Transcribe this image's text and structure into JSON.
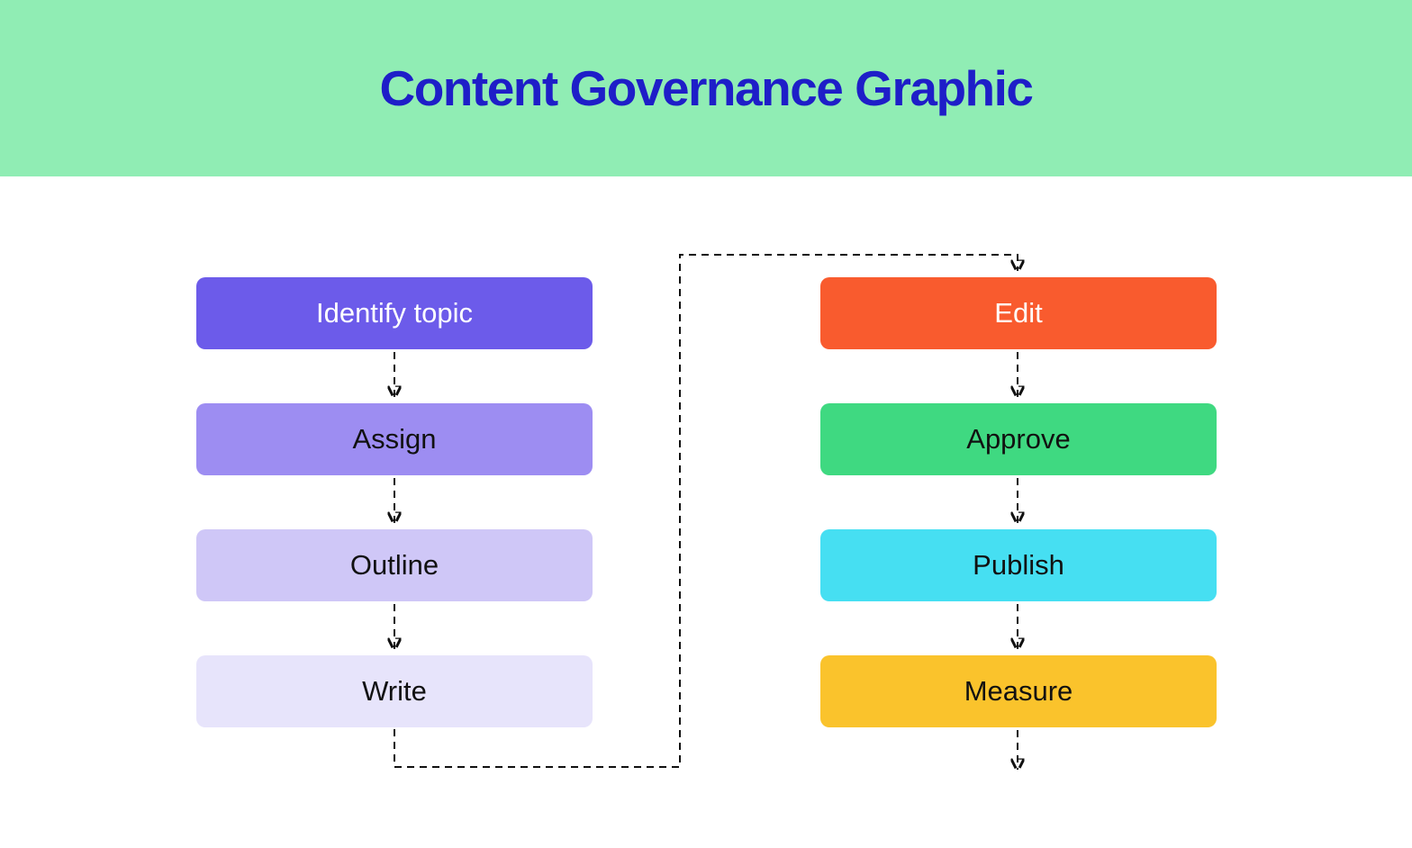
{
  "header": {
    "title": "Content Governance Graphic",
    "background_color": "#90EDB4",
    "title_color": "#1E1EC8"
  },
  "diagram": {
    "left_steps": [
      {
        "label": "Identify topic",
        "bg": "#6C5BEA",
        "text_color": "#FFFFFF"
      },
      {
        "label": "Assign",
        "bg": "#9D8DF2",
        "text_color": "#111111"
      },
      {
        "label": "Outline",
        "bg": "#CFC7F7",
        "text_color": "#111111"
      },
      {
        "label": "Write",
        "bg": "#E7E4FB",
        "text_color": "#111111"
      }
    ],
    "right_steps": [
      {
        "label": "Edit",
        "bg": "#F95B2E",
        "text_color": "#FFFFFF"
      },
      {
        "label": "Approve",
        "bg": "#3FD981",
        "text_color": "#111111"
      },
      {
        "label": "Publish",
        "bg": "#46DFF2",
        "text_color": "#111111"
      },
      {
        "label": "Measure",
        "bg": "#FAC32C",
        "text_color": "#111111"
      }
    ],
    "flow_order": [
      "Identify topic",
      "Assign",
      "Outline",
      "Write",
      "Edit",
      "Approve",
      "Publish",
      "Measure"
    ],
    "connector_style": "dashed",
    "connector_color": "#111111"
  }
}
